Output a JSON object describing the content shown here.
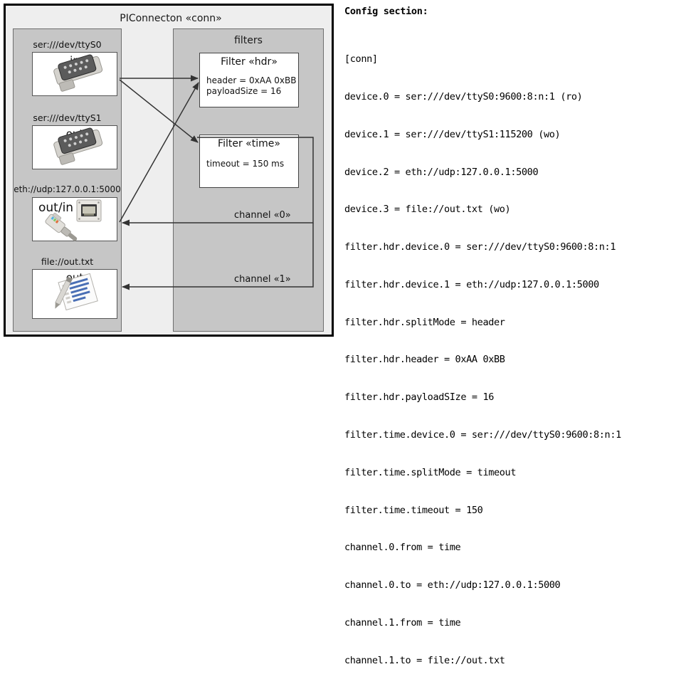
{
  "diagram": {
    "frame_title": "PIConnecton «conn»",
    "devices_panel": {
      "devices": [
        {
          "label": "ser:///dev/ttyS0",
          "mode": "in",
          "icon": "serial-db9-icon"
        },
        {
          "label": "ser:///dev/ttyS1",
          "mode": "out",
          "icon": "serial-db9-icon"
        },
        {
          "label": "eth://udp:127.0.0.1:5000",
          "mode": "out/in",
          "icon": "ethernet-rj45-icon"
        },
        {
          "label": "file://out.txt",
          "mode": "out",
          "icon": "text-file-pencil-icon"
        }
      ]
    },
    "filters_panel": {
      "title": "filters",
      "filters": [
        {
          "title": "Filter «hdr»",
          "attrs": [
            "header = 0xAA 0xBB",
            "payloadSize = 16"
          ]
        },
        {
          "title": "Filter «time»",
          "attrs": [
            "timeout = 150 ms"
          ]
        }
      ]
    },
    "channels": [
      {
        "label": "channel «0»"
      },
      {
        "label": "channel «1»"
      }
    ]
  },
  "config": {
    "heading": "Config section:",
    "lines": [
      "[conn]",
      "device.0 = ser:///dev/ttyS0:9600:8:n:1 (ro)",
      "device.1 = ser:///dev/ttyS1:115200 (wo)",
      "device.2 = eth://udp:127.0.0.1:5000",
      "device.3 = file://out.txt (wo)",
      "filter.hdr.device.0 = ser:///dev/ttyS0:9600:8:n:1",
      "filter.hdr.device.1 = eth://udp:127.0.0.1:5000",
      "filter.hdr.splitMode = header",
      "filter.hdr.header = 0xAA 0xBB",
      "filter.hdr.payloadSIze = 16",
      "filter.time.device.0 = ser:///dev/ttyS0:9600:8:n:1",
      "filter.time.splitMode = timeout",
      "filter.time.timeout = 150",
      "channel.0.from = time",
      "channel.0.to = eth://udp:127.0.0.1:5000",
      "channel.1.from = time",
      "channel.1.to = file://out.txt"
    ]
  },
  "colors": {
    "canvas": "#ffffff",
    "frame_bg": "#eeeeee",
    "panel_bg": "#c6c6c6",
    "box_bg": "#ffffff",
    "stroke": "#333333"
  }
}
